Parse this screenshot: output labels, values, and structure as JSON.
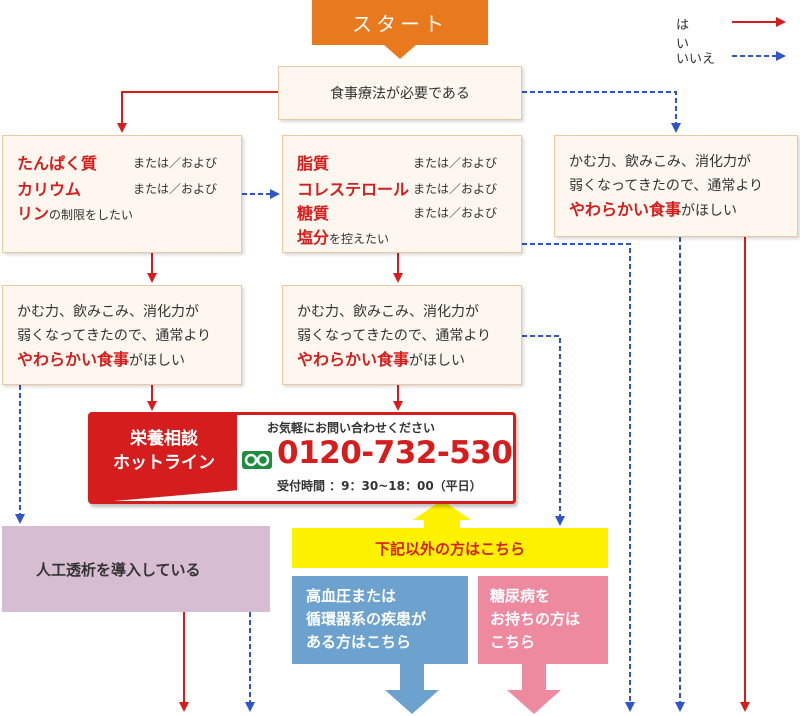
{
  "start": "スタート",
  "legend": {
    "yes_label": "はい",
    "no_label": "いいえ",
    "yes_color": "#d61d1d",
    "no_color": "#2f55c8"
  },
  "need_box": "食事療法が必要である",
  "box_protein": {
    "line1_red": "たんぱく質",
    "line1_opt": "または／および",
    "line2_red": "カリウム",
    "line2_opt": "または／および",
    "line3_red": "リン",
    "line3_rest": "の制限をしたい"
  },
  "box_fat": {
    "line1_red": "脂質",
    "line1_opt": "または／および",
    "line2_red": "コレステロール",
    "line2_opt": "または／および",
    "line3_red": "糖質",
    "line3_opt": "または／および",
    "line4_red": "塩分",
    "line4_rest": "を控えたい"
  },
  "soft_food": {
    "line1": "かむ力、飲みこみ、消化力が",
    "line2": "弱くなってきたので、通常より",
    "line3_red": "やわらかい食事",
    "line3_rest": "がほしい"
  },
  "hotline": {
    "title_line1": "栄養相談",
    "title_line2": "ホットライン",
    "prompt": "お気軽にお問い合わせください",
    "phone": "0120-732-530",
    "hours": "受付時間 ：9：30~18：00（平日）",
    "icon": "free-dial-icon"
  },
  "dialysis": "人工透析を導入している",
  "other_banner": "下記以外の方はこちら",
  "hypertension": {
    "line1": "高血圧または",
    "line2": "循環器系の疾患が",
    "line3": "ある方はこちら"
  },
  "diabetes": {
    "line1": "糖尿病を",
    "line2": "お持ちの方は",
    "line3": "こちら"
  }
}
